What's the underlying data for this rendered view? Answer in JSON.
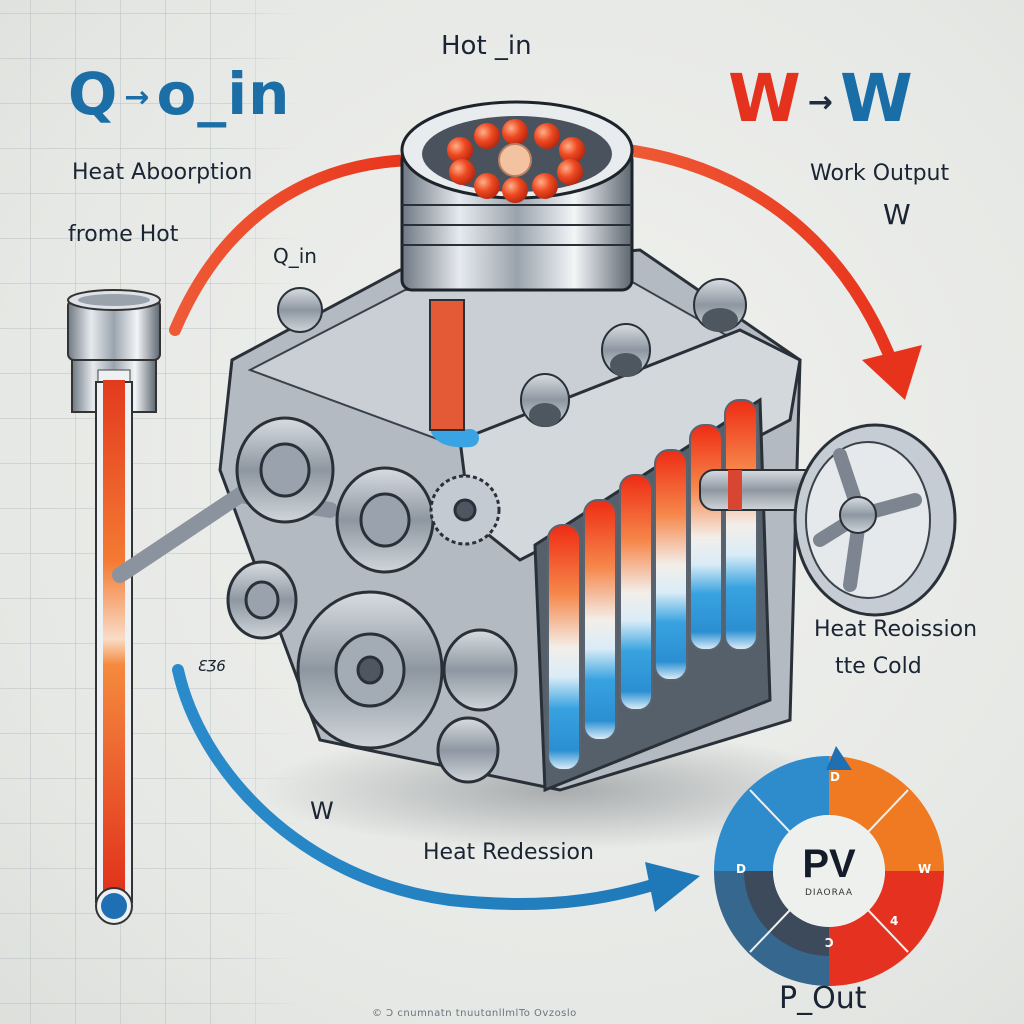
{
  "diagram": {
    "type": "heat-engine-illustration",
    "top_left_title": {
      "symbol": "Q",
      "arrow": "→",
      "rest": "o_in"
    },
    "top_right_title": {
      "left": "W",
      "arrow": "→",
      "right": "W"
    },
    "labels": {
      "hot_in": "Hot _in",
      "heat_absorption_line1": "Heat Aboorption",
      "heat_absorption_line2": "frome Hot",
      "q_in": "Q_in",
      "work_output": "Work Output",
      "work_symbol": "W",
      "heat_rejection_right_line1": "Heat Reoission",
      "heat_rejection_right_line2": "tte Cold",
      "garbled_glyph": "ƐƷ6",
      "w_bottom": "W",
      "heat_rejection_bottom": "Heat Redession",
      "p_out": "P_Out"
    },
    "pv_diagram": {
      "title": "PV",
      "subtitle": "DIAORAA",
      "segments": [
        {
          "position": "top-left",
          "color": "#2e8ccc"
        },
        {
          "position": "top-right",
          "color": "#f07a22"
        },
        {
          "position": "bottom-right",
          "color": "#e53220"
        },
        {
          "position": "bottom-left",
          "color": "#3c4a5c"
        }
      ],
      "marks": [
        "D",
        "W",
        "D",
        "4",
        "Ɔ"
      ]
    },
    "footer": "© Ɔ cnumnatn tnuutɑnllmlTo Ovzoslo",
    "colors": {
      "hot": "#e8321f",
      "cold": "#2f8fd0",
      "metal": "#9aa3ad",
      "text": "#1a2433",
      "background": "#e9ebe8"
    },
    "components": [
      "piston-with-heat-balls",
      "thermometer-piston-gauge",
      "engine-block",
      "pulleys",
      "gear",
      "coolant-tubes",
      "flywheel",
      "hot-arrow",
      "cold-arrow",
      "pv-cycle-wheel"
    ]
  }
}
